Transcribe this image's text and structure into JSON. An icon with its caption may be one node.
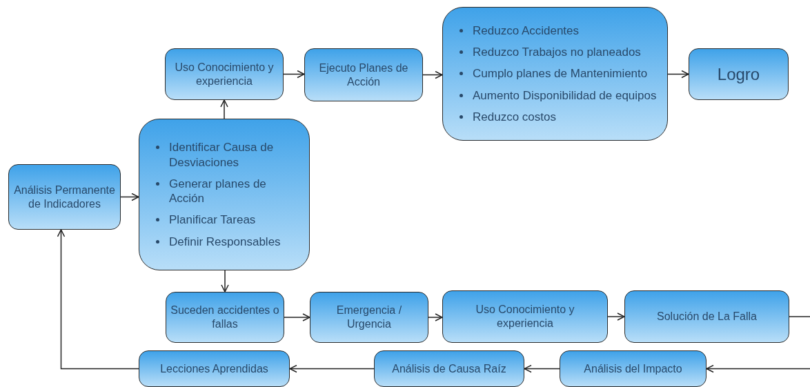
{
  "diagram": {
    "nodes": [
      {
        "text": [
          "Análisis Permanente de Indicadores"
        ]
      },
      {
        "text": [
          "Identificar Causa de Desviaciones",
          "Generar planes de Acción",
          "Planificar Tareas",
          "Definir Responsables"
        ]
      },
      {
        "text": [
          "Uso Conocimiento y experiencia"
        ]
      },
      {
        "text": [
          "Ejecuto Planes de Acción"
        ]
      },
      {
        "text": [
          "Reduzco Accidentes",
          "Reduzco Trabajos no planeados",
          "Cumplo planes de Mantenimiento",
          "Aumento Disponibilidad de equipos",
          "Reduzco costos"
        ]
      },
      {
        "text": [
          "Logro"
        ]
      },
      {
        "text": [
          "Suceden accidentes o fallas"
        ]
      },
      {
        "text": [
          "Emergencia / Urgencia"
        ]
      },
      {
        "text": [
          "Uso Conocimiento y experiencia"
        ]
      },
      {
        "text": [
          "Solución de La Falla"
        ]
      },
      {
        "text": [
          "Análisis del Impacto"
        ]
      },
      {
        "text": [
          "Análisis de Causa Raíz"
        ]
      },
      {
        "text": [
          "Lecciones Aprendidas"
        ]
      }
    ],
    "edges": [
      {
        "from": 0,
        "to": 1,
        "arrow": "to"
      },
      {
        "from": 1,
        "to": 2,
        "arrow": "to"
      },
      {
        "from": 2,
        "to": 3,
        "arrow": "to"
      },
      {
        "from": 3,
        "to": 4,
        "arrow": "to"
      },
      {
        "from": 4,
        "to": 5,
        "arrow": "to"
      },
      {
        "from": 1,
        "to": 6,
        "arrow": "to"
      },
      {
        "from": 6,
        "to": 7,
        "arrow": "to"
      },
      {
        "from": 7,
        "to": 8,
        "arrow": "to"
      },
      {
        "from": 8,
        "to": 9,
        "arrow": "to"
      },
      {
        "from": 9,
        "to": 10,
        "arrow": "to"
      },
      {
        "from": 10,
        "to": 11,
        "arrow": "to"
      },
      {
        "from": 11,
        "to": 12,
        "arrow": "to"
      },
      {
        "from": 12,
        "to": 0,
        "arrow": "to"
      }
    ]
  }
}
